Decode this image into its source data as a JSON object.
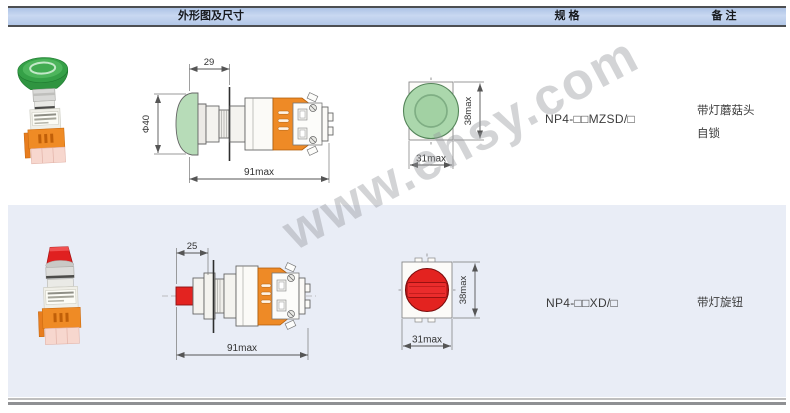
{
  "watermark": "www.ehsy.com",
  "header": {
    "col_outline": "外形图及尺寸",
    "col_spec": "规 格",
    "col_remarks": "备 注"
  },
  "rows": [
    {
      "product": "illuminated-mushroom-head-pushbutton",
      "spec": "NP4-□□MZSD/□",
      "remark_line1": "带灯蘑菇头",
      "remark_line2": "自锁",
      "dims": {
        "head_offset": "29",
        "diameter": "Φ40",
        "total_length": "91max",
        "bezel_height": "38max",
        "bezel_width": "31max"
      }
    },
    {
      "product": "illuminated-rotary-knob-pushbutton",
      "spec": "NP4-□□XD/□",
      "remark_line1": "带灯旋钮",
      "remark_line2": "",
      "dims": {
        "head_offset": "25",
        "total_length": "91max",
        "bezel_height": "38max",
        "bezel_width": "31max"
      }
    }
  ],
  "colors": {
    "header_bg": "#b9cbe8",
    "row_alt_bg": "#e9edf6",
    "button_green": "#abd7ac",
    "button_red": "#e32320",
    "housing_orange": "#ee8a26",
    "terminal_pink": "#f7d7ce"
  }
}
